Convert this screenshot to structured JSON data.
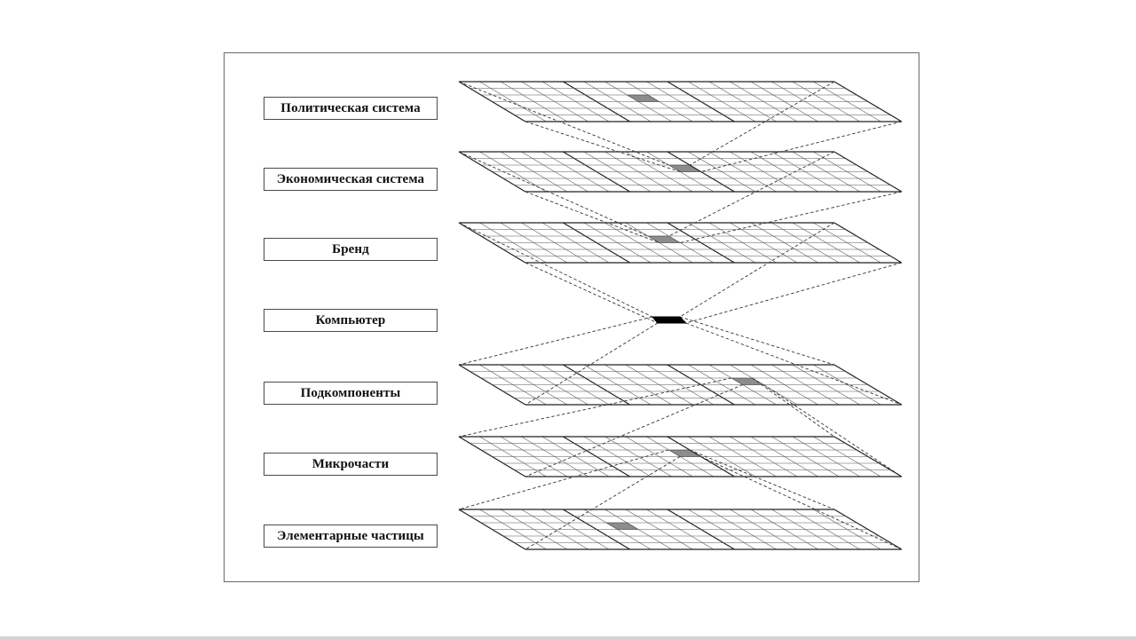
{
  "levels": [
    {
      "id": "political",
      "label": "Политическая система",
      "highlight": [
        7,
        2
      ]
    },
    {
      "id": "economic",
      "label": "Экономическая система",
      "highlight": [
        9,
        2
      ]
    },
    {
      "id": "brand",
      "label": "Бренд",
      "highlight": [
        8,
        2
      ]
    },
    {
      "id": "computer",
      "label": "Компьютер"
    },
    {
      "id": "subcomponents",
      "label": "Подкомпоненты",
      "highlight": [
        12,
        2
      ]
    },
    {
      "id": "microparts",
      "label": "Микрочасти",
      "highlight": [
        9,
        2
      ]
    },
    {
      "id": "elementary",
      "label": "Элементарные частицы",
      "highlight": [
        6,
        2
      ]
    }
  ],
  "grid": {
    "columns": 18,
    "rows": 6
  },
  "colors": {
    "grid_line": "#555555",
    "plane_edge": "#222222",
    "highlight_cell": "#8c8c8c",
    "focus_cell": "#000000",
    "dashed_line": "#333333"
  }
}
